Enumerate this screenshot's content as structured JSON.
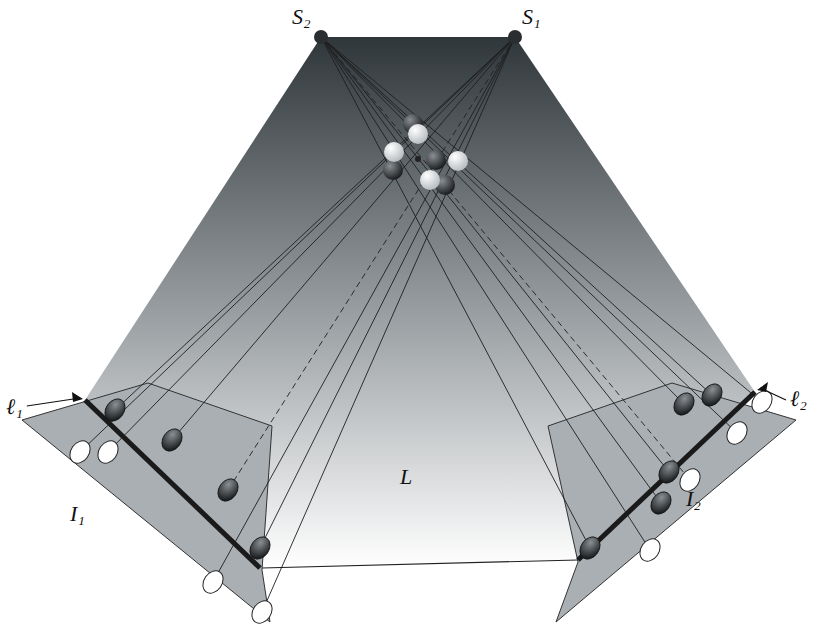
{
  "diagram": {
    "labels": [
      "S₂",
      "S₁",
      "ℓ₁",
      "ℓ₂",
      "L",
      "I₁",
      "I₂"
    ]
  }
}
